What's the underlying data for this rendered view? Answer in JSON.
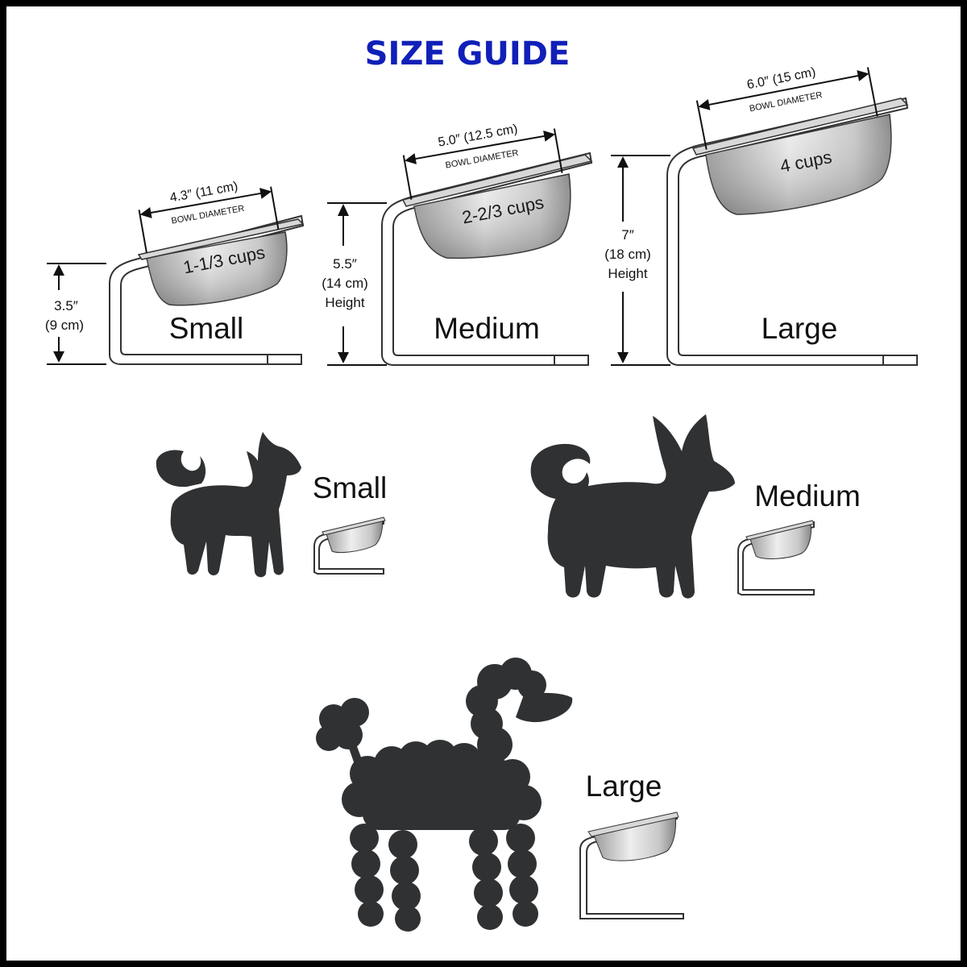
{
  "title": "SIZE GUIDE",
  "stands": [
    {
      "size_label": "Small",
      "capacity": "1-1/3 cups",
      "bowl_diameter_value": "4.3″ (11 cm)",
      "bowl_diameter_caption": "BOWL DIAMETER",
      "height_value": "3.5″",
      "height_metric": "(9 cm)"
    },
    {
      "size_label": "Medium",
      "capacity": "2-2/3 cups",
      "bowl_diameter_value": "5.0″ (12.5 cm)",
      "bowl_diameter_caption": "BOWL DIAMETER",
      "height_value": "5.5″",
      "height_metric": "(14 cm)",
      "height_caption": "Height"
    },
    {
      "size_label": "Large",
      "capacity": "4 cups",
      "bowl_diameter_value": "6.0″ (15 cm)",
      "bowl_diameter_caption": "BOWL DIAMETER",
      "height_value": "7″",
      "height_metric": "(18 cm)",
      "height_caption": "Height"
    }
  ],
  "dogs": [
    {
      "label": "Small"
    },
    {
      "label": "Medium"
    },
    {
      "label": "Large"
    }
  ]
}
